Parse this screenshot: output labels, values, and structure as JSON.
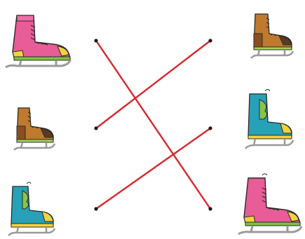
{
  "worksheet": {
    "type": "matching-pairs",
    "left_items": [
      {
        "id": "L1",
        "skate": "large-pink-skate-icon",
        "boot_color": "#e85c97",
        "trim_color": "#f1d33b",
        "sole_color": "#7dc243"
      },
      {
        "id": "L2",
        "skate": "small-brown-skate-icon",
        "boot_color": "#bf7a2e",
        "trim_color": "#5a3a22",
        "sole_color": "#a6d05a"
      },
      {
        "id": "L3",
        "skate": "medium-teal-skate-icon",
        "boot_color": "#27a1b7",
        "trim_color": "#8bc34a",
        "sole_color": "#f1d33b"
      }
    ],
    "right_items": [
      {
        "id": "R1",
        "skate": "small-brown-skate-icon",
        "boot_color": "#bf7a2e",
        "trim_color": "#5a3a22",
        "sole_color": "#a6d05a"
      },
      {
        "id": "R2",
        "skate": "medium-teal-skate-icon",
        "boot_color": "#27a1b7",
        "trim_color": "#8bc34a",
        "sole_color": "#f1d33b"
      },
      {
        "id": "R3",
        "skate": "large-pink-skate-icon",
        "boot_color": "#e85c97",
        "trim_color": "#f1d33b",
        "sole_color": "#7dc243"
      }
    ],
    "connections": [
      {
        "from": "L1",
        "to": "R3"
      },
      {
        "from": "L2",
        "to": "R1"
      },
      {
        "from": "L3",
        "to": "R2"
      }
    ],
    "colors": {
      "line": "#d8262e",
      "dot": "#1a1a1a",
      "blade": "#9a9a9a",
      "blade_dark": "#555555",
      "outline": "#2b2b2b"
    }
  }
}
